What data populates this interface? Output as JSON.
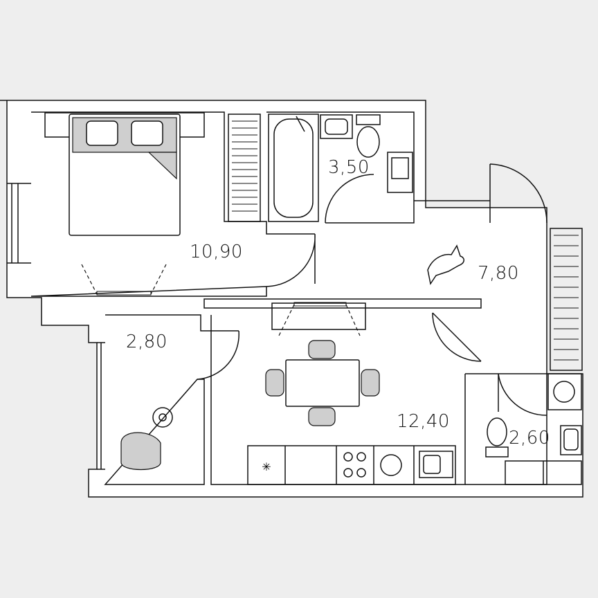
{
  "rooms": [
    {
      "id": "bedroom",
      "area": "10,90"
    },
    {
      "id": "bathroom",
      "area": "3,50"
    },
    {
      "id": "hallway",
      "area": "7,80"
    },
    {
      "id": "balcony",
      "area": "2,80"
    },
    {
      "id": "kitchen-living",
      "area": "12,40"
    },
    {
      "id": "wc",
      "area": "2,60"
    }
  ],
  "colors": {
    "background": "#eeeeee",
    "floor": "#ffffff",
    "line": "#111111",
    "furniture_fill": "#cfcfcf"
  },
  "icons": [
    "bed-icon",
    "pillow-icon",
    "bathtub-icon",
    "sink-icon",
    "toilet-icon",
    "washing-machine-icon",
    "wardrobe-icon",
    "dining-table-icon",
    "chair-icon",
    "stove-icon",
    "kitchen-sink-icon",
    "armchair-icon",
    "plant-icon",
    "cat-icon",
    "door-icon",
    "tv-icon"
  ]
}
